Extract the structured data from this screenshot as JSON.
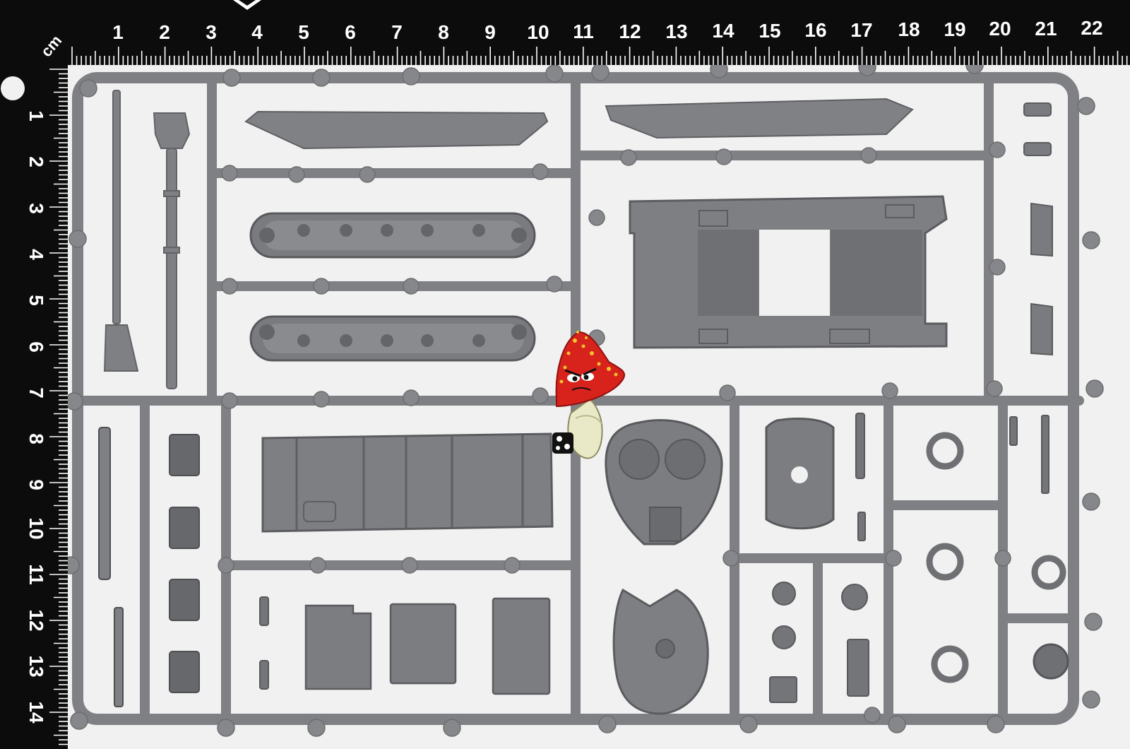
{
  "photo": {
    "subject": "grey plastic model-kit sprue on a cutting mat with cm ruler",
    "colors": {
      "background": "#f1f1f1",
      "ruler": "#0c0c0c",
      "ruler_marks": "#ffffff",
      "plastic": "#7f8083",
      "plastic_dark": "#626366",
      "plastic_light": "#9a9b9e",
      "mushroom_cap": "#d8221c",
      "mushroom_spots": "#f2c230",
      "mushroom_stem": "#eae9c7"
    }
  },
  "ruler": {
    "unit": "cm",
    "top_numbers": [
      "1",
      "2",
      "3",
      "4",
      "5",
      "6",
      "7",
      "8",
      "9",
      "10",
      "11",
      "12",
      "13",
      "14",
      "15",
      "16",
      "17",
      "18",
      "19",
      "20",
      "21",
      "22"
    ],
    "left_numbers": [
      "1",
      "2",
      "3",
      "4",
      "5",
      "6",
      "7",
      "8",
      "9",
      "10",
      "11",
      "12",
      "13",
      "14"
    ]
  },
  "mascot": {
    "icon": "angry-red-mushroom-icon",
    "dice_icon": "skull-dice-icon"
  }
}
